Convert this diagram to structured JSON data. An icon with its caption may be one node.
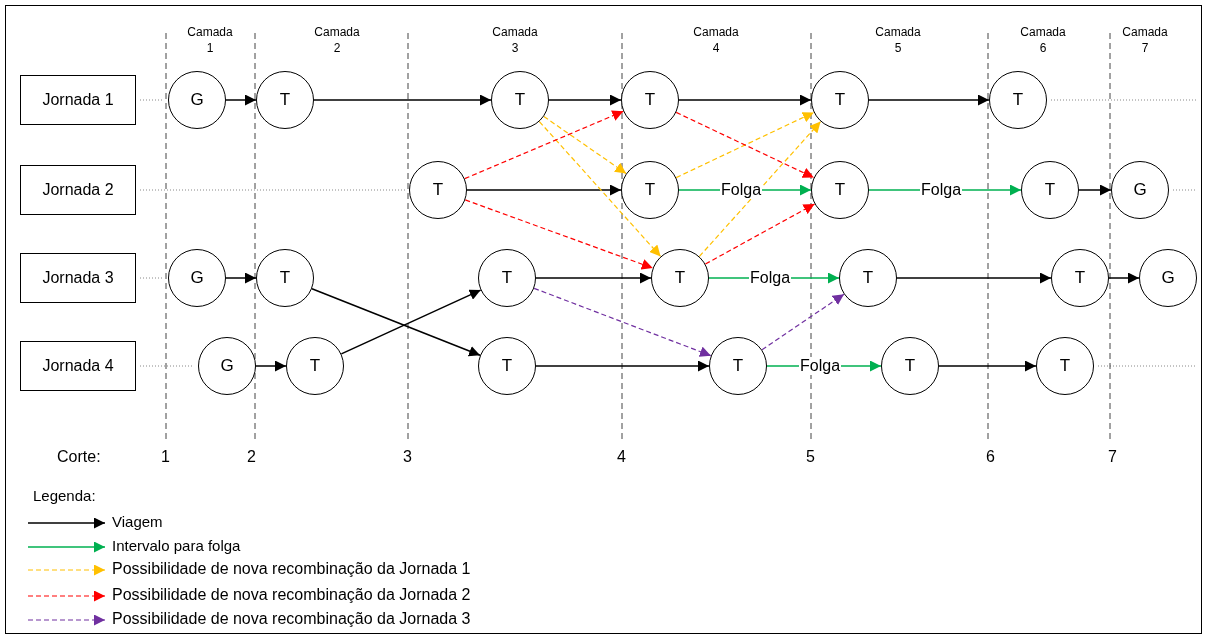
{
  "diagram": {
    "nodes": [
      {
        "text": [
          "Jornada 1"
        ]
      },
      {
        "text": [
          "Jornada 2"
        ]
      },
      {
        "text": [
          "Jornada 3"
        ]
      },
      {
        "text": [
          "Jornada 4"
        ]
      },
      {
        "text": [
          "G"
        ]
      },
      {
        "text": [
          "T"
        ]
      },
      {
        "text": [
          "T"
        ]
      },
      {
        "text": [
          "T"
        ]
      },
      {
        "text": [
          "T"
        ]
      },
      {
        "text": [
          "T"
        ]
      },
      {
        "text": [
          "T"
        ]
      },
      {
        "text": [
          "T"
        ]
      },
      {
        "text": [
          "T"
        ]
      },
      {
        "text": [
          "T"
        ]
      },
      {
        "text": [
          "G"
        ]
      },
      {
        "text": [
          "G"
        ]
      },
      {
        "text": [
          "T"
        ]
      },
      {
        "text": [
          "T"
        ]
      },
      {
        "text": [
          "T"
        ]
      },
      {
        "text": [
          "T"
        ]
      },
      {
        "text": [
          "T"
        ]
      },
      {
        "text": [
          "G"
        ]
      },
      {
        "text": [
          "G"
        ]
      },
      {
        "text": [
          "T"
        ]
      },
      {
        "text": [
          "T"
        ]
      },
      {
        "text": [
          "T"
        ]
      },
      {
        "text": [
          "T"
        ]
      },
      {
        "text": [
          "T"
        ]
      }
    ],
    "edges": [
      {
        "from": 4,
        "to": 5,
        "arrow": "to"
      },
      {
        "from": 5,
        "to": 6,
        "arrow": "to"
      },
      {
        "from": 6,
        "to": 7,
        "arrow": "to"
      },
      {
        "from": 7,
        "to": 8,
        "arrow": "to"
      },
      {
        "from": 8,
        "to": 9,
        "arrow": "to"
      },
      {
        "from": 10,
        "to": 11,
        "arrow": "to"
      },
      {
        "from": 13,
        "to": 14,
        "arrow": "to"
      },
      {
        "from": 15,
        "to": 16,
        "arrow": "to"
      },
      {
        "from": 16,
        "to": 24,
        "arrow": "to"
      },
      {
        "from": 17,
        "to": 18,
        "arrow": "to"
      },
      {
        "from": 19,
        "to": 20,
        "arrow": "to"
      },
      {
        "from": 20,
        "to": 21,
        "arrow": "to"
      },
      {
        "from": 22,
        "to": 23,
        "arrow": "to"
      },
      {
        "from": 23,
        "to": 17,
        "arrow": "to"
      },
      {
        "from": 24,
        "to": 25,
        "arrow": "to"
      },
      {
        "from": 26,
        "to": 27,
        "arrow": "to"
      },
      {
        "from": 11,
        "to": 12,
        "arrow": "to",
        "label": "Folga",
        "color": "#00b050"
      },
      {
        "from": 12,
        "to": 13,
        "arrow": "to",
        "label": "Folga",
        "color": "#00b050"
      },
      {
        "from": 18,
        "to": 19,
        "arrow": "to",
        "label": "Folga",
        "color": "#00b050"
      },
      {
        "from": 25,
        "to": 26,
        "arrow": "to",
        "label": "Folga",
        "color": "#00b050"
      },
      {
        "from": 6,
        "to": 11,
        "arrow": "to",
        "style": "dashed",
        "color": "#ffc000"
      },
      {
        "from": 6,
        "to": 18,
        "arrow": "to",
        "style": "dashed",
        "color": "#ffc000"
      },
      {
        "from": 11,
        "to": 8,
        "arrow": "to",
        "style": "dashed",
        "color": "#ffc000"
      },
      {
        "from": 18,
        "to": 8,
        "arrow": "to",
        "style": "dashed",
        "color": "#ffc000"
      },
      {
        "from": 10,
        "to": 7,
        "arrow": "to",
        "style": "dashed",
        "color": "#ff0000"
      },
      {
        "from": 10,
        "to": 18,
        "arrow": "to",
        "style": "dashed",
        "color": "#ff0000"
      },
      {
        "from": 7,
        "to": 12,
        "arrow": "to",
        "style": "dashed",
        "color": "#ff0000"
      },
      {
        "from": 18,
        "to": 12,
        "arrow": "to",
        "style": "dashed",
        "color": "#ff0000"
      },
      {
        "from": 17,
        "to": 25,
        "arrow": "to",
        "style": "dashed",
        "color": "#7030a0"
      },
      {
        "from": 25,
        "to": 19,
        "arrow": "to",
        "style": "dashed",
        "color": "#7030a0"
      }
    ],
    "labels": [
      "Camada 1",
      "Camada 2",
      "Camada 3",
      "Camada 4",
      "Camada 5",
      "Camada 6",
      "Camada 7",
      "Corte:",
      "1",
      "2",
      "3",
      "4",
      "5",
      "6",
      "7",
      "Legenda:"
    ],
    "legend": [
      {
        "text": "Viagem"
      },
      {
        "text": "Intervalo para folga"
      },
      {
        "text": "Possibilidade de nova recombinação da Jornada 1"
      },
      {
        "text": "Possibilidade de nova recombinação da Jornada 2"
      },
      {
        "text": "Possibilidade de nova recombinação da Jornada 3"
      }
    ]
  }
}
